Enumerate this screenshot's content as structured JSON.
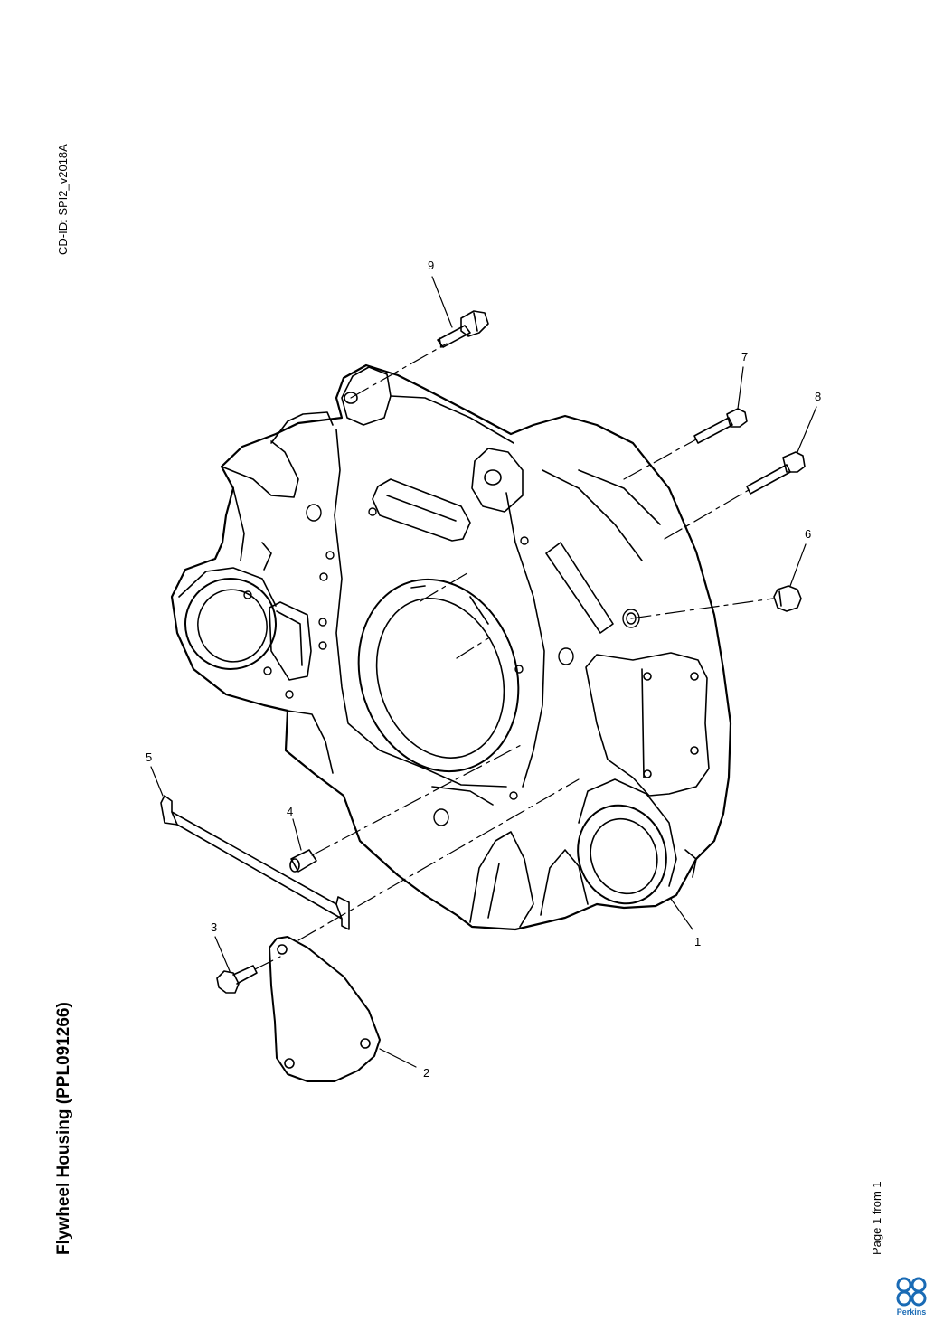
{
  "document": {
    "cd_id": "CD-ID: SPI2_v2018A",
    "title": "Flywheel Housing (PPL091266)",
    "page_info": "Page 1 from 1"
  },
  "brand": {
    "name": "Perkins",
    "color": "#1a6bb5"
  },
  "callouts": [
    "1",
    "2",
    "3",
    "4",
    "5",
    "6",
    "7",
    "8",
    "9"
  ]
}
